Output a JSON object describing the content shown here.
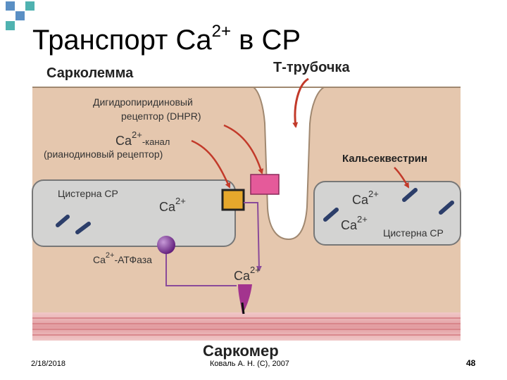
{
  "slide": {
    "title_text": "Транспорт Ca",
    "title_sup": "2+",
    "title_suffix": "в СР"
  },
  "labels": {
    "sarcolemma": "Сарколемма",
    "t_tubule": "Т-трубочка",
    "dhpr_line1": "Дигидропиридиновый",
    "dhpr_line2": "рецептор (DHPR)",
    "ca_channel_base": "Ca",
    "ca_channel_sup": "2+",
    "ca_channel_suffix": "-канал",
    "ryanodine": "(рианодиновый рецептор)",
    "calsequestrin": "Кальсеквестрин",
    "cistern_left": "Цистерна СР",
    "cistern_right": "Цистерна СР",
    "ca_base": "Ca",
    "ca_sup": "2+",
    "atpase_base": "Ca",
    "atpase_sup": "2+",
    "atpase_suffix": "-АТФаза",
    "sarcomere": "Саркомер"
  },
  "footer": {
    "date": "2/18/2018",
    "author": "Коваль А. Н. (С), 2007",
    "page": "48"
  },
  "colors": {
    "membrane": "#e5c7ae",
    "membrane_edge": "#a08870",
    "cistern": "#d3d3d2",
    "receptor_pink": "#e55a9a",
    "channel_yellow": "#e6a82c",
    "pump_purple": "#7f2a9a",
    "arrow_red": "#c23a2a",
    "path_purple": "#8a4a9a",
    "sarcomere_red": "#e8a6a8",
    "corner_square_blue": "#5a8fc4",
    "corner_square_teal": "#4fb2b0"
  }
}
